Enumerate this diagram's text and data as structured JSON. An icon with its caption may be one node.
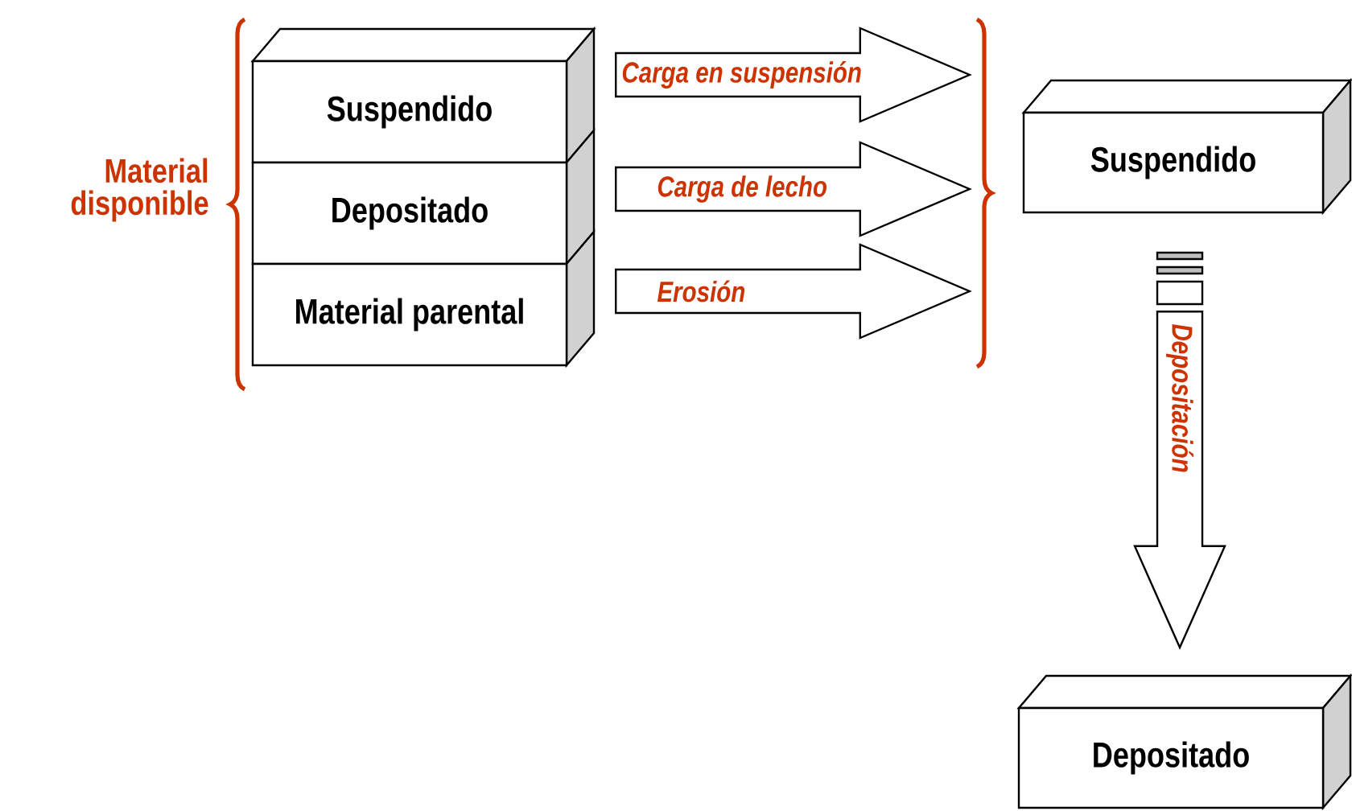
{
  "diagram": {
    "nodes": [
      {
        "text": [
          "Suspendido"
        ]
      },
      {
        "text": [
          "Depositado"
        ]
      },
      {
        "text": [
          "Material parental"
        ]
      },
      {
        "text": [
          "Suspendido"
        ]
      },
      {
        "text": [
          "Depositado"
        ]
      }
    ],
    "edges": [
      {
        "from": 0,
        "to": 3,
        "arrow": "to",
        "label": "Carga en suspensión"
      },
      {
        "from": 1,
        "to": 3,
        "arrow": "to",
        "label": "Carga de lecho"
      },
      {
        "from": 2,
        "to": 3,
        "arrow": "to",
        "label": "Erosión"
      },
      {
        "from": 3,
        "to": 4,
        "arrow": "to",
        "label": "Depositación"
      }
    ],
    "labels": [
      "Material disponible"
    ]
  }
}
